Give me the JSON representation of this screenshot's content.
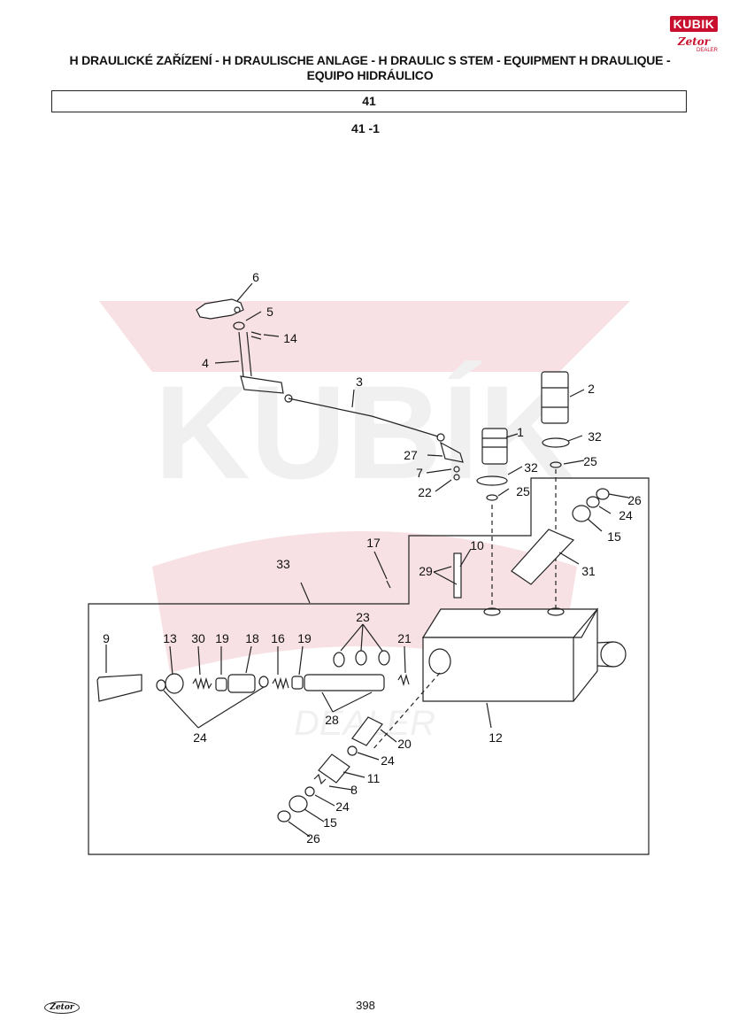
{
  "header": {
    "title_line1": "H  DRAULICKÉ ZAŘÍZENÍ - H  DRAULISCHE ANLAGE - H  DRAULIC S  STEM - EQUIPMENT H  DRAULIQUE -",
    "title_line2": "EQUIPO HIDRÁULICO",
    "section": "41",
    "subsection": "41  -1"
  },
  "logo": {
    "brand": "KUBIK",
    "sub": "Zetor",
    "dealer": "DEALER"
  },
  "watermark": {
    "brand": "KUBÍK",
    "sub": "DEALER",
    "color": "#c8102e"
  },
  "diagram": {
    "part_labels": [
      "1",
      "2",
      "3",
      "4",
      "5",
      "6",
      "7",
      "8",
      "9",
      "10",
      "11",
      "12",
      "13",
      "14",
      "15",
      "16",
      "17",
      "18",
      "19",
      "20",
      "21",
      "22",
      "23",
      "24",
      "25",
      "26",
      "27",
      "28",
      "29",
      "30",
      "31",
      "32",
      "33"
    ]
  },
  "footer": {
    "page_number": "398",
    "logo_text": "Zetor"
  }
}
